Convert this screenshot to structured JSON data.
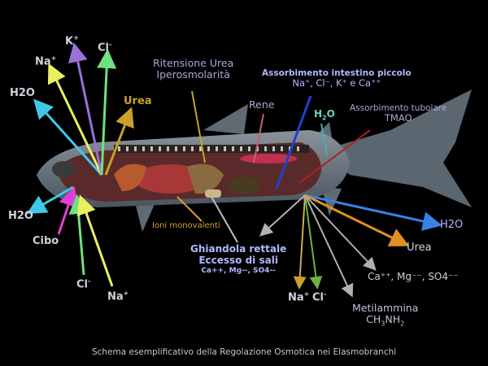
{
  "caption": "Schema esemplificativo della Regolazione Osmotica nei Elasmobranchi",
  "colors": {
    "background": "#000000",
    "label_text": "#d0d0dc",
    "highlight_text": "#b0b8ff",
    "urea_gold": "#c9a227",
    "ioni_gold": "#d4a030"
  },
  "mouth_inflow": {
    "h2o": "H2O",
    "na": "Na",
    "na_sup": "+",
    "k": "K",
    "k_sup": "+",
    "cl": "Cl",
    "cl_sup": "-",
    "urea": "Urea"
  },
  "mouth_outflow": {
    "h2o": "H2O",
    "cibo": "Cibo",
    "cl": "Cl",
    "cl_sup": "-",
    "na": "Na",
    "na_sup": "+"
  },
  "ritensione": {
    "line1": "Ritensione Urea",
    "line2": "Iperosmolarità"
  },
  "rene": "Rene",
  "intestino": {
    "title": "Assorbimento intestino piccolo",
    "ions": "Na⁺, Cl⁻, K⁺ e Ca⁺⁺"
  },
  "h2o_body": {
    "h": "H",
    "sub": "2",
    "o": "O"
  },
  "tubolare": {
    "title": "Assorbimento tubolare",
    "value": "TMAO"
  },
  "ioni_monovalenti": "Ioni monovalenti",
  "ghiandola": {
    "line1": "Ghiandola rettale",
    "line2": "Eccesso di sali",
    "line3": "Ca++, Mg--, SO4--"
  },
  "excretion": {
    "h2o": "H2O",
    "urea": "Urea",
    "ions": "Ca⁺⁺, Mg⁻⁻, SO4⁻⁻",
    "na": "Na",
    "na_sup": "+",
    "cl": "Cl",
    "cl_sup": "-",
    "metil_1": "Metilammina",
    "metil_2_base": "CH",
    "metil_2_sub1": "3",
    "metil_2_mid": "NH",
    "metil_2_sub2": "2"
  }
}
